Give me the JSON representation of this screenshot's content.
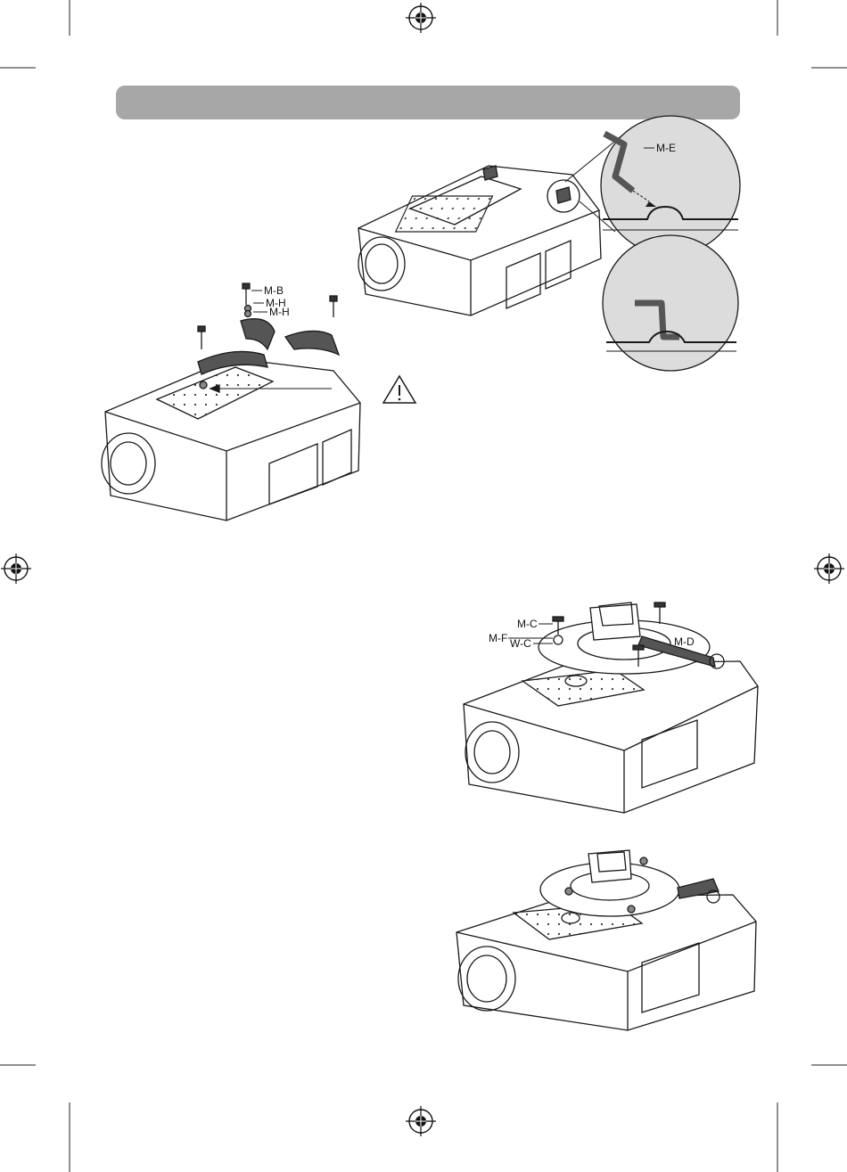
{
  "colors": {
    "header_bar": "#a7a7a7",
    "line": "#1a1a1a",
    "part_fill": "#555555",
    "zoom_fill": "#dcdcdc"
  },
  "icons": {
    "warning": "warning-triangle-icon",
    "registration": "registration-mark-icon"
  },
  "labels": {
    "bolt_b": "M-B",
    "spacer_h1": "M-H",
    "spacer_h2": "M-H",
    "bracket_e": "M-E",
    "screw_c": "M-C",
    "nut_f": "M-F",
    "washer_c": "W-C",
    "arm_d": "M-D"
  }
}
